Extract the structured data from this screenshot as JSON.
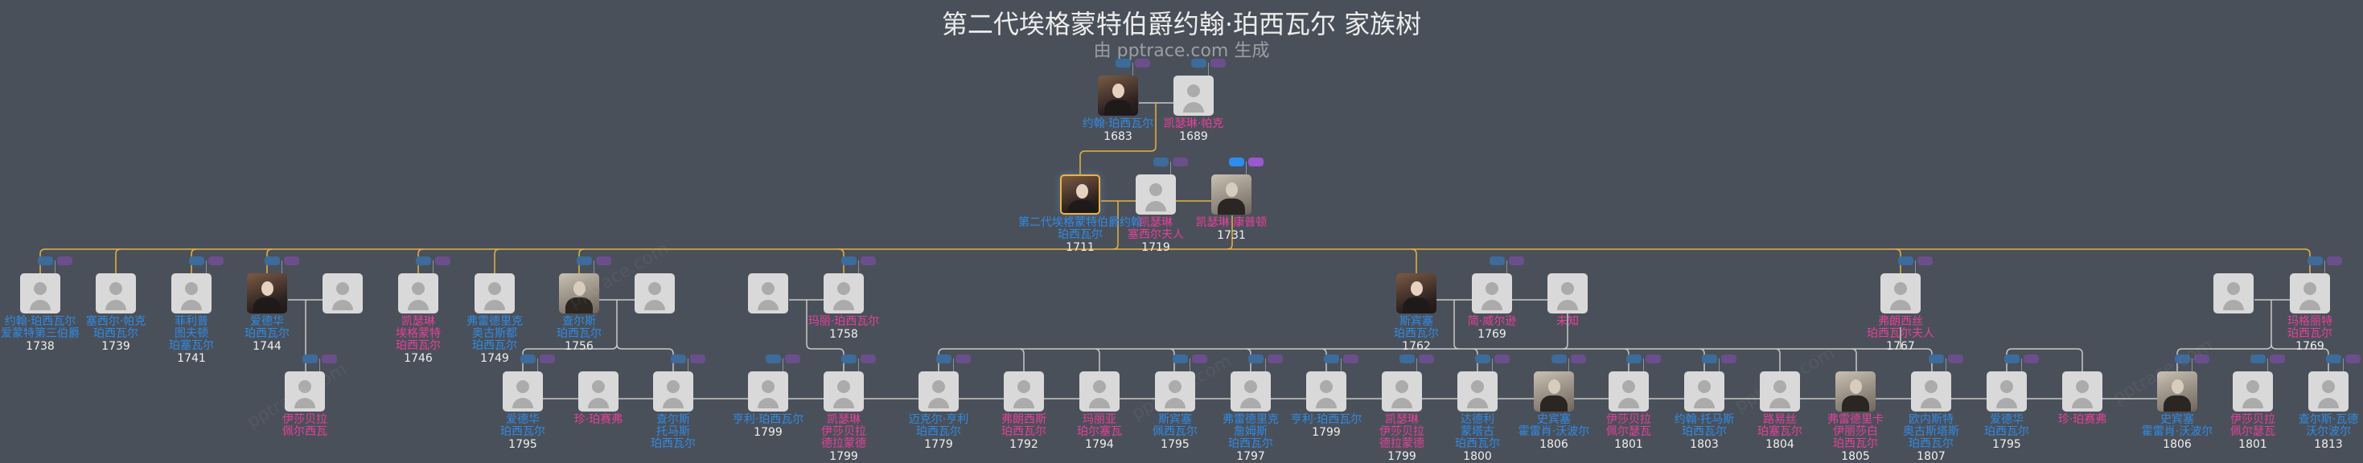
{
  "header": {
    "title": "第二代埃格蒙特伯爵约翰·珀西瓦尔 家族树",
    "subtitle": "由 pptrace.com 生成"
  },
  "watermark": "pptrace.com",
  "colors": {
    "background": "#4a5059",
    "male": "#2e8be6",
    "female": "#e83f9b",
    "lineage_line": "#e8b33a",
    "relation_line": "#c8c8c8",
    "badge_blue": "#2d8cf0",
    "badge_purple": "#9b57d3",
    "selected_border": "#f2b531"
  },
  "nodes": [
    {
      "name": [
        "约翰·珀西瓦尔"
      ],
      "year": "1683",
      "gender": "m",
      "photo": "color",
      "badges": true
    },
    {
      "name": [
        "凯瑟琳·帕克"
      ],
      "year": "1689",
      "gender": "f",
      "badges": true
    },
    {
      "name": [
        "第二代埃格蒙特伯爵约翰",
        "珀西瓦尔"
      ],
      "year": "1711",
      "gender": "m",
      "photo": "color",
      "selected": true
    },
    {
      "name": [
        "凯瑟琳",
        "塞西尔夫人"
      ],
      "year": "1719",
      "gender": "f",
      "badges": true
    },
    {
      "name": [
        "凯瑟琳·康普顿"
      ],
      "year": "1731",
      "gender": "f",
      "photo": "bw",
      "badges": true,
      "badges_active": true
    },
    {
      "name": [
        "约翰·珀西瓦尔",
        "爱蒙特第三伯爵"
      ],
      "year": "1738",
      "gender": "m",
      "badges": true
    },
    {
      "name": [
        "塞西尔·帕克",
        "珀西瓦尔"
      ],
      "year": "1739",
      "gender": "m"
    },
    {
      "name": [
        "菲利普",
        "图夫顿",
        "珀塞瓦尔"
      ],
      "year": "1741",
      "gender": "m",
      "badges": true
    },
    {
      "name": [
        "爱德华",
        "珀西瓦尔"
      ],
      "year": "1744",
      "gender": "m",
      "photo": "color",
      "badges": true
    },
    {
      "name": [],
      "year": "",
      "gender": "f"
    },
    {
      "name": [
        "凯瑟琳",
        "埃格蒙特",
        "珀西瓦尔"
      ],
      "year": "1746",
      "gender": "f",
      "badges": true
    },
    {
      "name": [
        "弗雷德里克",
        "奥古斯都",
        "珀西瓦尔"
      ],
      "year": "1749",
      "gender": "m"
    },
    {
      "name": [
        "查尔斯",
        "珀西瓦尔"
      ],
      "year": "1756",
      "gender": "m",
      "photo": "bw",
      "badges": true
    },
    {
      "name": [],
      "year": "",
      "gender": "f"
    },
    {
      "name": [],
      "year": "",
      "gender": "m"
    },
    {
      "name": [
        "玛丽·珀西瓦尔"
      ],
      "year": "1758",
      "gender": "f",
      "badges": true
    },
    {
      "name": [
        "斯宾塞",
        "珀西瓦尔"
      ],
      "year": "1762",
      "gender": "m",
      "photo": "color"
    },
    {
      "name": [
        "简·威尔逊"
      ],
      "year": "1769",
      "gender": "f",
      "badges": true
    },
    {
      "name": [
        "未知"
      ],
      "year": "",
      "gender": "f"
    },
    {
      "name": [
        "弗朗西丝",
        "珀西瓦尔夫人"
      ],
      "year": "1767",
      "gender": "f",
      "badges": true
    },
    {
      "name": [],
      "year": "",
      "gender": "m"
    },
    {
      "name": [
        "玛格丽特",
        "珀西瓦尔"
      ],
      "year": "1769",
      "gender": "f",
      "badges": true
    },
    {
      "name": [
        "伊莎贝拉",
        "佩尔西瓦"
      ],
      "year": "",
      "gender": "f",
      "badges": true
    },
    {
      "name": [
        "爱德华",
        "珀西瓦尔"
      ],
      "year": "1795",
      "gender": "m",
      "badges": true
    },
    {
      "name": [
        "珍·珀赛弗"
      ],
      "year": "",
      "gender": "f"
    },
    {
      "name": [
        "查尔斯",
        "托马斯",
        "珀西瓦尔"
      ],
      "year": "",
      "gender": "m",
      "badges": true
    },
    {
      "name": [
        "亨利·珀西瓦尔"
      ],
      "year": "1799",
      "gender": "m",
      "badges": true
    },
    {
      "name": [
        "凯瑟琳",
        "伊莎贝拉",
        "德拉蒙德"
      ],
      "year": "1799",
      "gender": "f",
      "badges": true
    },
    {
      "name": [
        "迈克尔·亨利",
        "珀西瓦尔"
      ],
      "year": "1779",
      "gender": "m",
      "badges": true
    },
    {
      "name": [
        "弗朗西斯",
        "珀西瓦尔"
      ],
      "year": "1792",
      "gender": "f"
    },
    {
      "name": [
        "玛丽亚",
        "珀尔塞瓦"
      ],
      "year": "1794",
      "gender": "f"
    },
    {
      "name": [
        "斯宾塞",
        "佩西瓦尔"
      ],
      "year": "1795",
      "gender": "m",
      "badges": true
    },
    {
      "name": [
        "弗雷德里克",
        "詹姆斯",
        "珀西瓦尔"
      ],
      "year": "1797",
      "gender": "m",
      "badges": true
    },
    {
      "name": [
        "亨利·珀西瓦尔"
      ],
      "year": "1799",
      "gender": "m",
      "badges": true
    },
    {
      "name": [
        "凯瑟琳",
        "伊莎贝拉",
        "德拉蒙德"
      ],
      "year": "1799",
      "gender": "f",
      "badges": true
    },
    {
      "name": [
        "达德利",
        "蒙塔古",
        "珀西瓦尔"
      ],
      "year": "1800",
      "gender": "m",
      "badges": true
    },
    {
      "name": [
        "史宾塞",
        "霍雷肖·沃波尔"
      ],
      "year": "1806",
      "gender": "m",
      "photo": "bw",
      "badges": true
    },
    {
      "name": [
        "伊莎贝拉",
        "佩尔瑟瓦"
      ],
      "year": "1801",
      "gender": "f",
      "badges": true
    },
    {
      "name": [
        "约翰·托马斯",
        "珀西瓦尔"
      ],
      "year": "1803",
      "gender": "m",
      "badges": true
    },
    {
      "name": [
        "路易丝",
        "珀塞瓦尔"
      ],
      "year": "1804",
      "gender": "f"
    },
    {
      "name": [
        "弗雷德里卡",
        "伊丽莎白",
        "珀西瓦尔"
      ],
      "year": "1805",
      "gender": "f",
      "photo": "bw"
    },
    {
      "name": [
        "欧内斯特",
        "奥古斯塔斯",
        "珀西瓦尔"
      ],
      "year": "1807",
      "gender": "m",
      "badges": true
    },
    {
      "name": [
        "爱德华",
        "珀西瓦尔"
      ],
      "year": "1795",
      "gender": "m",
      "badges": true
    },
    {
      "name": [
        "珍·珀赛弗"
      ],
      "year": "",
      "gender": "f"
    },
    {
      "name": [
        "史宾塞",
        "霍雷肖·沃波尔"
      ],
      "year": "1806",
      "gender": "m",
      "photo": "bw",
      "badges": true
    },
    {
      "name": [
        "伊莎贝拉",
        "佩尔瑟瓦"
      ],
      "year": "1801",
      "gender": "f",
      "badges": true
    },
    {
      "name": [
        "查尔斯·瓦德",
        "沃尔波尔"
      ],
      "year": "1813",
      "gender": "m",
      "badges": true
    }
  ]
}
